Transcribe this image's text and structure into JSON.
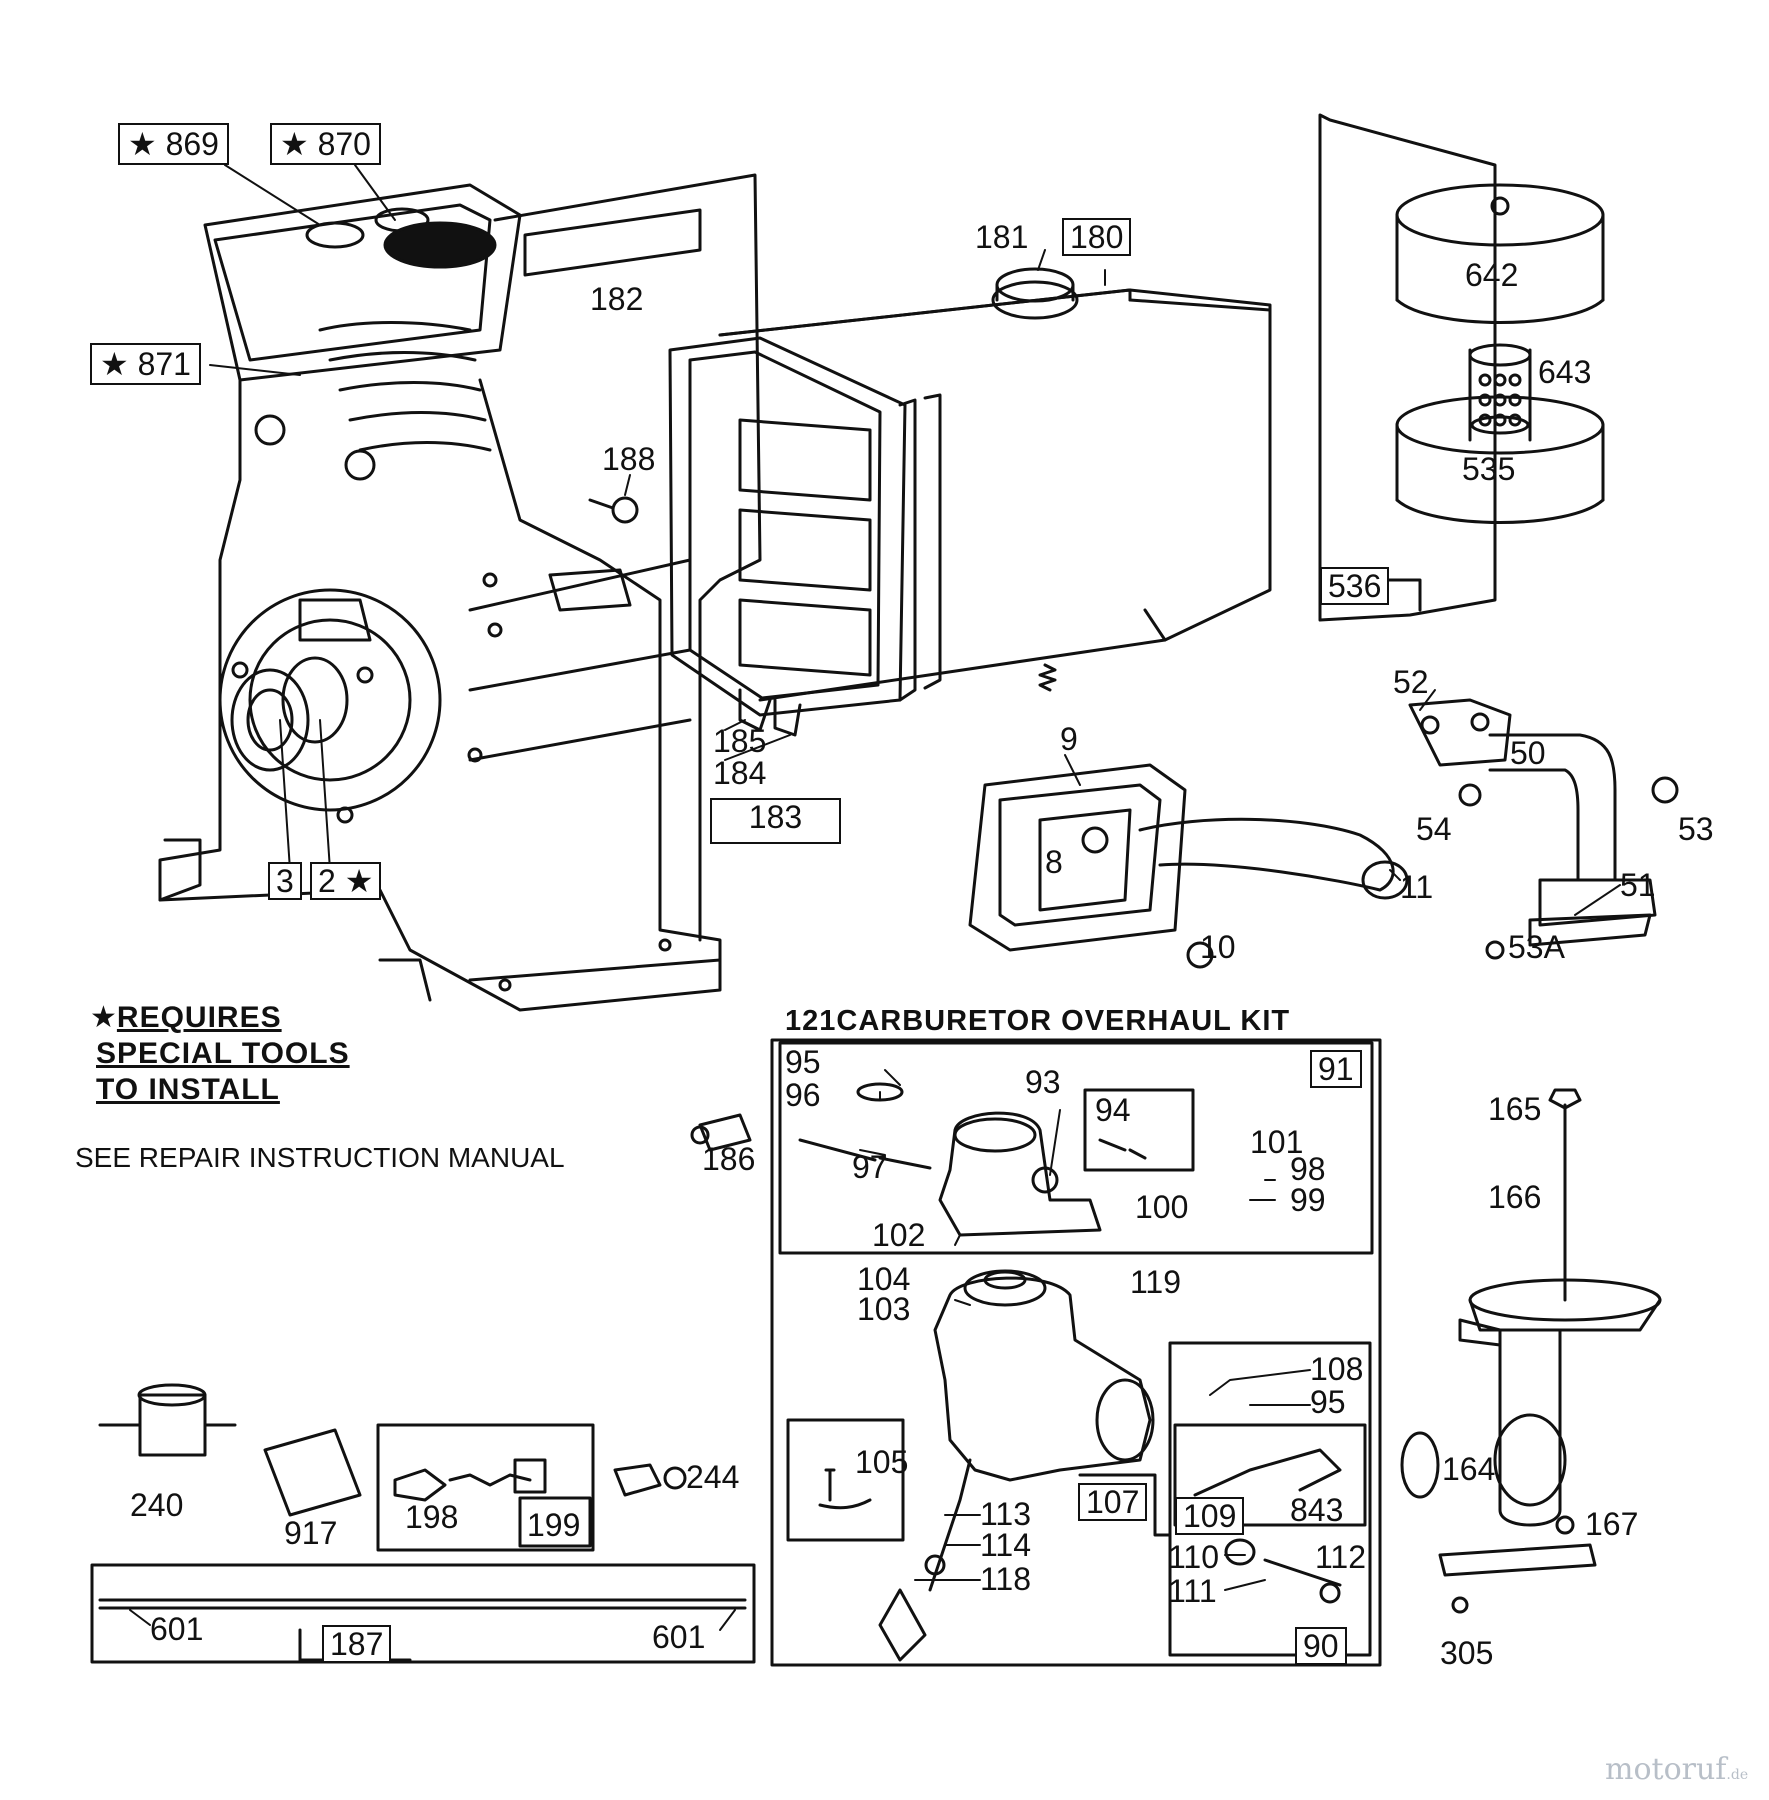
{
  "starred_parts": {
    "p869": "869",
    "p870": "870",
    "p871": "871"
  },
  "note": {
    "line1": "REQUIRES",
    "line2": "SPECIAL TOOLS",
    "line3": "TO INSTALL",
    "manual": "SEE REPAIR INSTRUCTION MANUAL"
  },
  "kit_title": "121CARBURETOR OVERHAUL KIT",
  "boxed_labels": {
    "b180": "180",
    "b183": "183",
    "b536": "536",
    "b3": "3",
    "b2": "2 ★",
    "b91": "91",
    "b94": "94",
    "b105": "105",
    "b107": "107",
    "b109": "109",
    "b90": "90",
    "b199": "199",
    "b187": "187"
  },
  "part_labels": {
    "p181": "181",
    "p182": "182",
    "p188": "188",
    "p185": "185",
    "p184": "184",
    "p642": "642",
    "p643": "643",
    "p535": "535",
    "p52": "52",
    "p50": "50",
    "p54": "54",
    "p53": "53",
    "p51": "51",
    "p53a": "53A",
    "p9": "9",
    "p8": "8",
    "p11": "11",
    "p10": "10",
    "p95a": "95",
    "p96": "96",
    "p93": "93",
    "p97": "97",
    "p101": "101",
    "p98": "98",
    "p99": "99",
    "p100": "100",
    "p102": "102",
    "p104": "104",
    "p103": "103",
    "p119": "119",
    "p108": "108",
    "p95b": "95",
    "p843": "843",
    "p113": "113",
    "p114": "114",
    "p118": "118",
    "p110": "110",
    "p111": "111",
    "p112": "112",
    "p165": "165",
    "p166": "166",
    "p164": "164",
    "p167": "167",
    "p305": "305",
    "p186": "186",
    "p240": "240",
    "p917": "917",
    "p198": "198",
    "p244": "244",
    "p601a": "601",
    "p601b": "601"
  },
  "watermark": {
    "brand": "motoruf",
    "suffix": ".de"
  }
}
